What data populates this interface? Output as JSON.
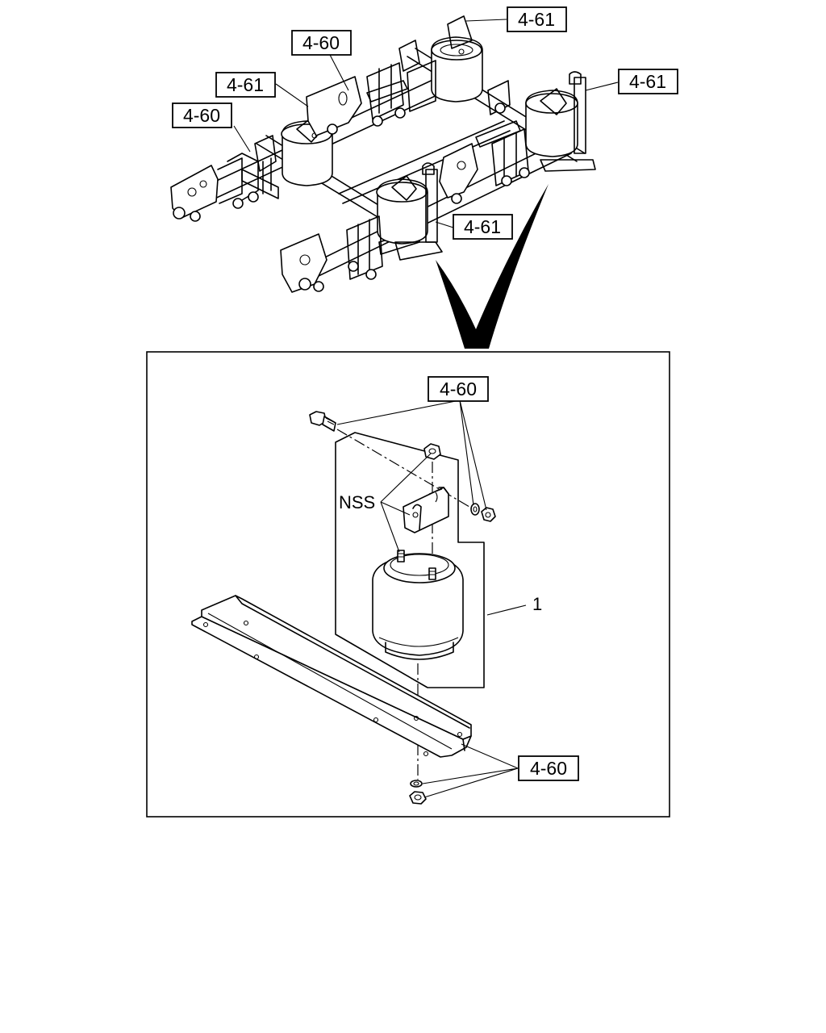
{
  "callouts": {
    "top_right_upper": "4-61",
    "top_center": "4-60",
    "left_upper": "4-61",
    "left_lower": "4-60",
    "right": "4-61",
    "center_lower": "4-61",
    "detail_top": "4-60",
    "detail_bottom": "4-60"
  },
  "detail": {
    "nss_label": "NSS",
    "item_number": "1"
  }
}
